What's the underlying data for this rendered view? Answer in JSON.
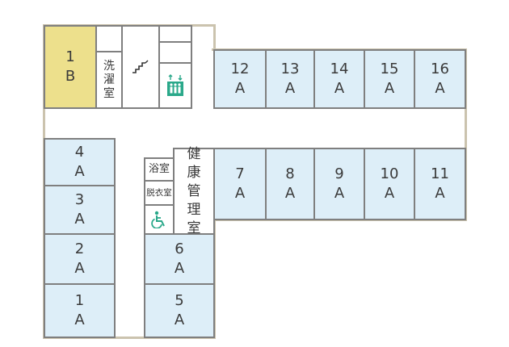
{
  "rooms": {
    "r1B": {
      "num": "1",
      "type": "B"
    },
    "r1A": {
      "num": "1",
      "type": "A"
    },
    "r2A": {
      "num": "2",
      "type": "A"
    },
    "r3A": {
      "num": "3",
      "type": "A"
    },
    "r4A": {
      "num": "4",
      "type": "A"
    },
    "r5A": {
      "num": "5",
      "type": "A"
    },
    "r6A": {
      "num": "6",
      "type": "A"
    },
    "r7A": {
      "num": "7",
      "type": "A"
    },
    "r8A": {
      "num": "8",
      "type": "A"
    },
    "r9A": {
      "num": "9",
      "type": "A"
    },
    "r10A": {
      "num": "10",
      "type": "A"
    },
    "r11A": {
      "num": "11",
      "type": "A"
    },
    "r12A": {
      "num": "12",
      "type": "A"
    },
    "r13A": {
      "num": "13",
      "type": "A"
    },
    "r14A": {
      "num": "14",
      "type": "A"
    },
    "r15A": {
      "num": "15",
      "type": "A"
    },
    "r16A": {
      "num": "16",
      "type": "A"
    }
  },
  "facilities": {
    "laundry": [
      "洗",
      "濯",
      "室"
    ],
    "bath": "浴室",
    "dressing": "脱衣室",
    "health": [
      "健",
      "康",
      "管",
      "理",
      "室"
    ]
  },
  "icons": {
    "stairs": "stairs-icon",
    "elevator": "elevator-icon",
    "accessible_toilet": "wheelchair-icon"
  },
  "colors": {
    "room_blue": "#ddeef8",
    "room_yellow": "#ede08c",
    "elevator_green": "#2aa88a",
    "outline": "#cbc3ae"
  }
}
